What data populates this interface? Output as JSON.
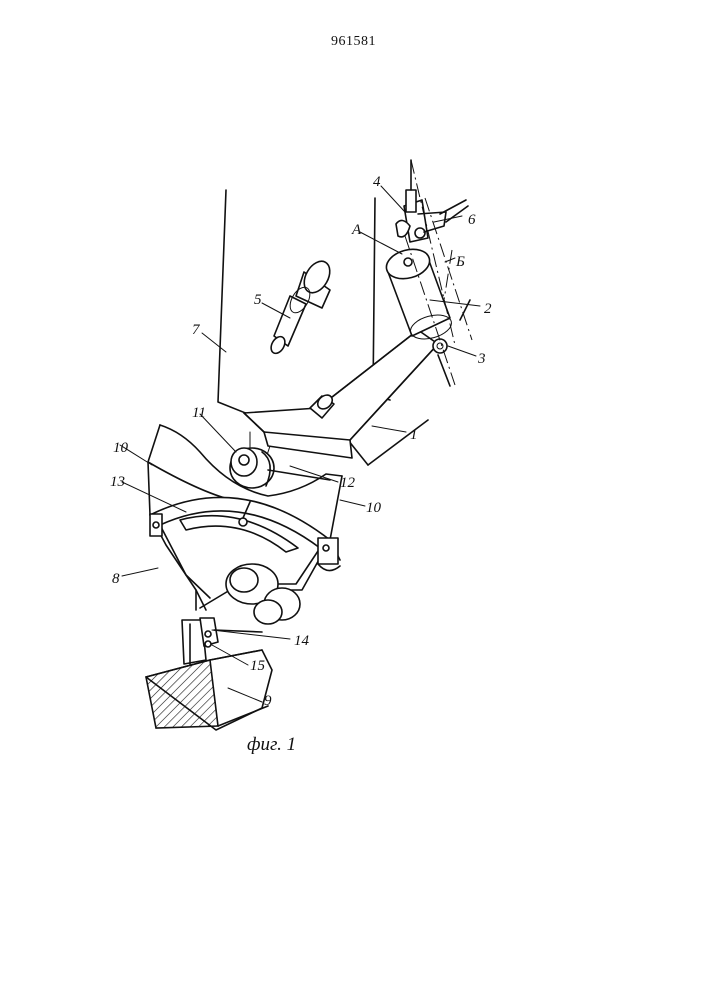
{
  "document": {
    "patent_number": "961581",
    "figure_caption": "фиг. 1"
  },
  "labels": {
    "l1": "1",
    "l2": "2",
    "l3": "3",
    "l4": "4",
    "l5": "5",
    "l6": "6",
    "l7": "7",
    "l8": "8",
    "l9": "9",
    "l10a": "10",
    "l10b": "10",
    "l11": "11",
    "l12": "12",
    "l13": "13",
    "l14": "14",
    "l15": "15",
    "lA": "А",
    "lB": "Б"
  }
}
